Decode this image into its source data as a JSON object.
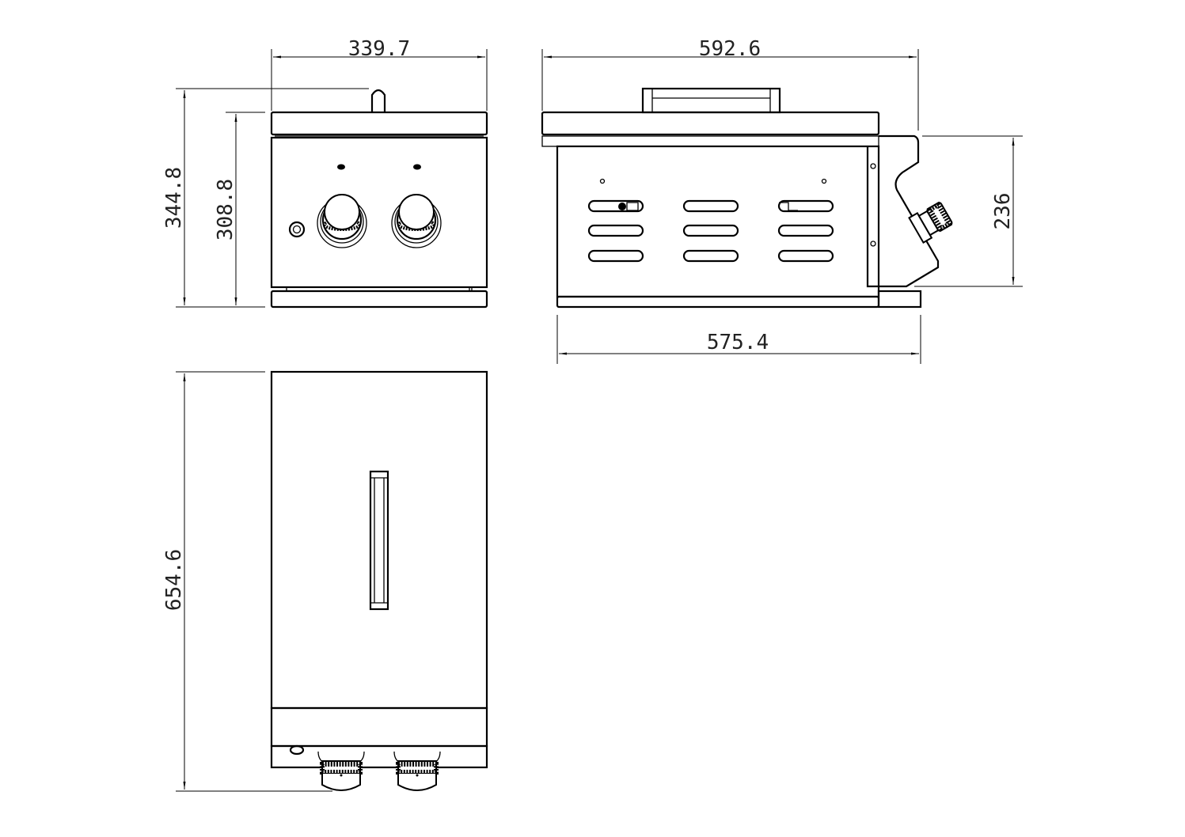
{
  "title": "Double side burner dimension drawing",
  "dimensions": {
    "front_width": "339.7",
    "front_total_height": "344.8",
    "front_body_height": "308.8",
    "side_lid_depth": "592.6",
    "side_body_depth": "575.4",
    "side_bracket_height": "236",
    "top_depth": "654.6"
  },
  "colors": {
    "line": "#000000",
    "background": "#ffffff"
  }
}
